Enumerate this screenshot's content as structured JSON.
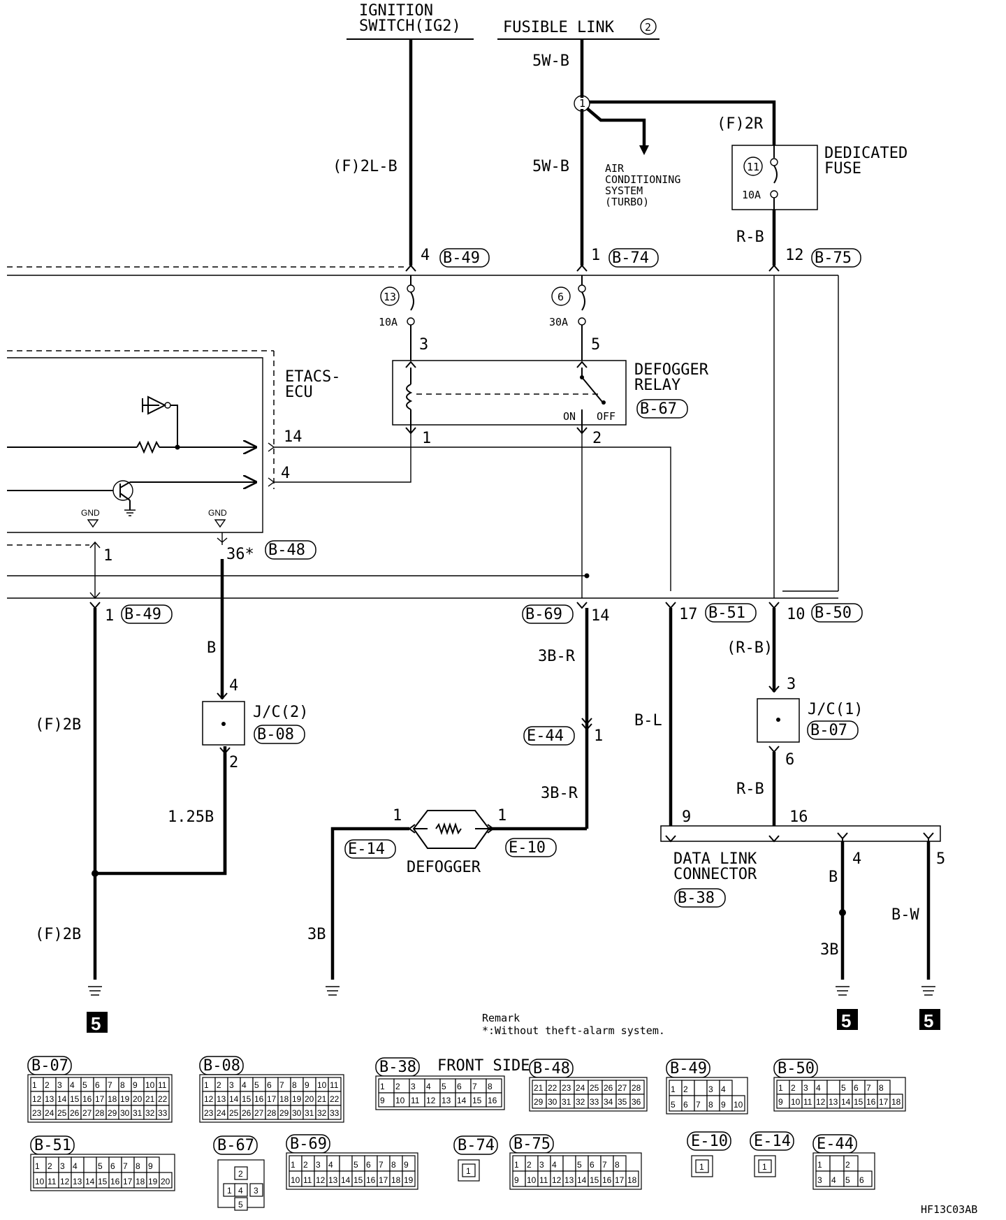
{
  "sources": {
    "ignition_switch": [
      "IGNITION",
      "SWITCH(IG2)"
    ],
    "fusible_link": "FUSIBLE LINK",
    "fusible_link_num": "2"
  },
  "wires": {
    "w_5wb_top": "5W-B",
    "w_5wb_mid": "5W-B",
    "w_f2lb": "(F)2L-B",
    "w_f2r": "(F)2R",
    "w_rb_top": "R-B",
    "w_b": "B",
    "w_f2b_1": "(F)2B",
    "w_f2b_2": "(F)2B",
    "w_125b": "1.25B",
    "w_3br_1": "3B-R",
    "w_3br_2": "3B-R",
    "w_3b_left": "3B",
    "w_bl": "B-L",
    "w_rb_paren": "(R-B)",
    "w_rb_bottom": "R-B",
    "w_b_dlc": "B",
    "w_3b_dlc": "3B",
    "w_bw": "B-W"
  },
  "components": {
    "ac_system": [
      "AIR",
      "CONDITIONING",
      "SYSTEM",
      "(TURBO)"
    ],
    "dedicated_fuse": [
      "DEDICATED",
      "FUSE"
    ],
    "fuse_11": "11",
    "fuse_11_rating": "10A",
    "fuse_13": "13",
    "fuse_13_rating": "10A",
    "fuse_6": "6",
    "fuse_6_rating": "30A",
    "etacs": [
      "ETACS-",
      "ECU"
    ],
    "defogger_relay": [
      "DEFOGGER",
      "RELAY"
    ],
    "relay_on": "ON",
    "relay_off": "OFF",
    "gnd_1": "GND",
    "gnd_2": "GND",
    "jc2": "J/C(2)",
    "jc1": "J/C(1)",
    "defogger": "DEFOGGER",
    "dlc": [
      "DATA LINK",
      "CONNECTOR"
    ],
    "splice_1": "1"
  },
  "pins": {
    "p_b49_4": "4",
    "p_b74_1": "1",
    "p_b75_12": "12",
    "p_3": "3",
    "p_5": "5",
    "p_relay_1": "1",
    "p_relay_2": "2",
    "p_etacs_14": "14",
    "p_etacs_4": "4",
    "p_gnd1_1": "1",
    "p_36": "36*",
    "p_b49_1": "1",
    "p_b69_14": "14",
    "p_b51_17": "17",
    "p_b50_10": "10",
    "p_jc2_4": "4",
    "p_jc2_2": "2",
    "p_jc1_3": "3",
    "p_jc1_6": "6",
    "p_e44_1": "1",
    "p_def_l": "1",
    "p_def_r": "1",
    "p_dlc_9": "9",
    "p_dlc_16": "16",
    "p_dlc_4": "4",
    "p_dlc_5": "5"
  },
  "connector_tags": {
    "b49_top": "B-49",
    "b74": "B-74",
    "b75": "B-75",
    "b67": "B-67",
    "b48": "B-48",
    "b49_bot": "B-49",
    "b69": "B-69",
    "b51": "B-51",
    "b50": "B-50",
    "b08": "B-08",
    "b07": "B-07",
    "e44": "E-44",
    "e14": "E-14",
    "e10": "E-10",
    "b38": "B-38"
  },
  "ground_refs": [
    "5",
    "5",
    "5"
  ],
  "remark": [
    "Remark",
    "*:Without theft-alarm system."
  ],
  "connector_views": {
    "b07": {
      "tag": "B-07",
      "rows": [
        [
          "1",
          "2",
          "3",
          "4",
          "5",
          "6",
          "7",
          "8",
          "9",
          "10",
          "11"
        ],
        [
          "12",
          "13",
          "14",
          "15",
          "16",
          "17",
          "18",
          "19",
          "20",
          "21",
          "22"
        ],
        [
          "23",
          "24",
          "25",
          "26",
          "27",
          "28",
          "29",
          "30",
          "31",
          "32",
          "33"
        ]
      ]
    },
    "b08": {
      "tag": "B-08",
      "rows": [
        [
          "1",
          "2",
          "3",
          "4",
          "5",
          "6",
          "7",
          "8",
          "9",
          "10",
          "11"
        ],
        [
          "12",
          "13",
          "14",
          "15",
          "16",
          "17",
          "18",
          "19",
          "20",
          "21",
          "22"
        ],
        [
          "23",
          "24",
          "25",
          "26",
          "27",
          "28",
          "29",
          "30",
          "31",
          "32",
          "33"
        ]
      ]
    },
    "b38": {
      "tag": "B-38",
      "note": "FRONT SIDE",
      "rows": [
        [
          "1",
          "2",
          "3",
          "4",
          "5",
          "6",
          "7",
          "8"
        ],
        [
          "9",
          "10",
          "11",
          "12",
          "13",
          "14",
          "15",
          "16"
        ]
      ]
    },
    "b48": {
      "tag": "B-48",
      "rows": [
        [
          "21",
          "22",
          "23",
          "24",
          "25",
          "26",
          "27",
          "28"
        ],
        [
          "29",
          "30",
          "31",
          "32",
          "33",
          "34",
          "35",
          "36"
        ]
      ]
    },
    "b49": {
      "tag": "B-49",
      "rows": [
        [
          "1",
          "2",
          "",
          "3",
          "4"
        ],
        [
          "5",
          "6",
          "7",
          "8",
          "9",
          "10"
        ]
      ]
    },
    "b50": {
      "tag": "B-50",
      "rows": [
        [
          "1",
          "2",
          "3",
          "4",
          "",
          "5",
          "6",
          "7",
          "8"
        ],
        [
          "9",
          "10",
          "11",
          "12",
          "13",
          "14",
          "15",
          "16",
          "17",
          "18"
        ]
      ]
    },
    "b51": {
      "tag": "B-51",
      "rows": [
        [
          "1",
          "2",
          "3",
          "4",
          "",
          "5",
          "6",
          "7",
          "8",
          "9"
        ],
        [
          "10",
          "11",
          "12",
          "13",
          "14",
          "15",
          "16",
          "17",
          "18",
          "19",
          "20"
        ]
      ]
    },
    "b67": {
      "tag": "B-67",
      "pins": [
        "1",
        "2",
        "3",
        "4",
        "5"
      ]
    },
    "b69": {
      "tag": "B-69",
      "rows": [
        [
          "1",
          "2",
          "3",
          "4",
          "",
          "5",
          "6",
          "7",
          "8",
          "9"
        ],
        [
          "10",
          "11",
          "12",
          "13",
          "14",
          "15",
          "16",
          "17",
          "18",
          "19"
        ]
      ]
    },
    "b74": {
      "tag": "B-74",
      "pins": [
        "1"
      ]
    },
    "b75": {
      "tag": "B-75",
      "rows": [
        [
          "1",
          "2",
          "3",
          "4",
          "",
          "5",
          "6",
          "7",
          "8"
        ],
        [
          "9",
          "10",
          "11",
          "12",
          "13",
          "14",
          "15",
          "16",
          "17",
          "18"
        ]
      ]
    },
    "e10": {
      "tag": "E-10",
      "pins": [
        "1"
      ]
    },
    "e14": {
      "tag": "E-14",
      "pins": [
        "1"
      ]
    },
    "e44": {
      "tag": "E-44",
      "rows": [
        [
          "1",
          "",
          "2"
        ],
        [
          "3",
          "4",
          "5",
          "6"
        ]
      ]
    }
  },
  "drawing_code": "HF13C03AB"
}
